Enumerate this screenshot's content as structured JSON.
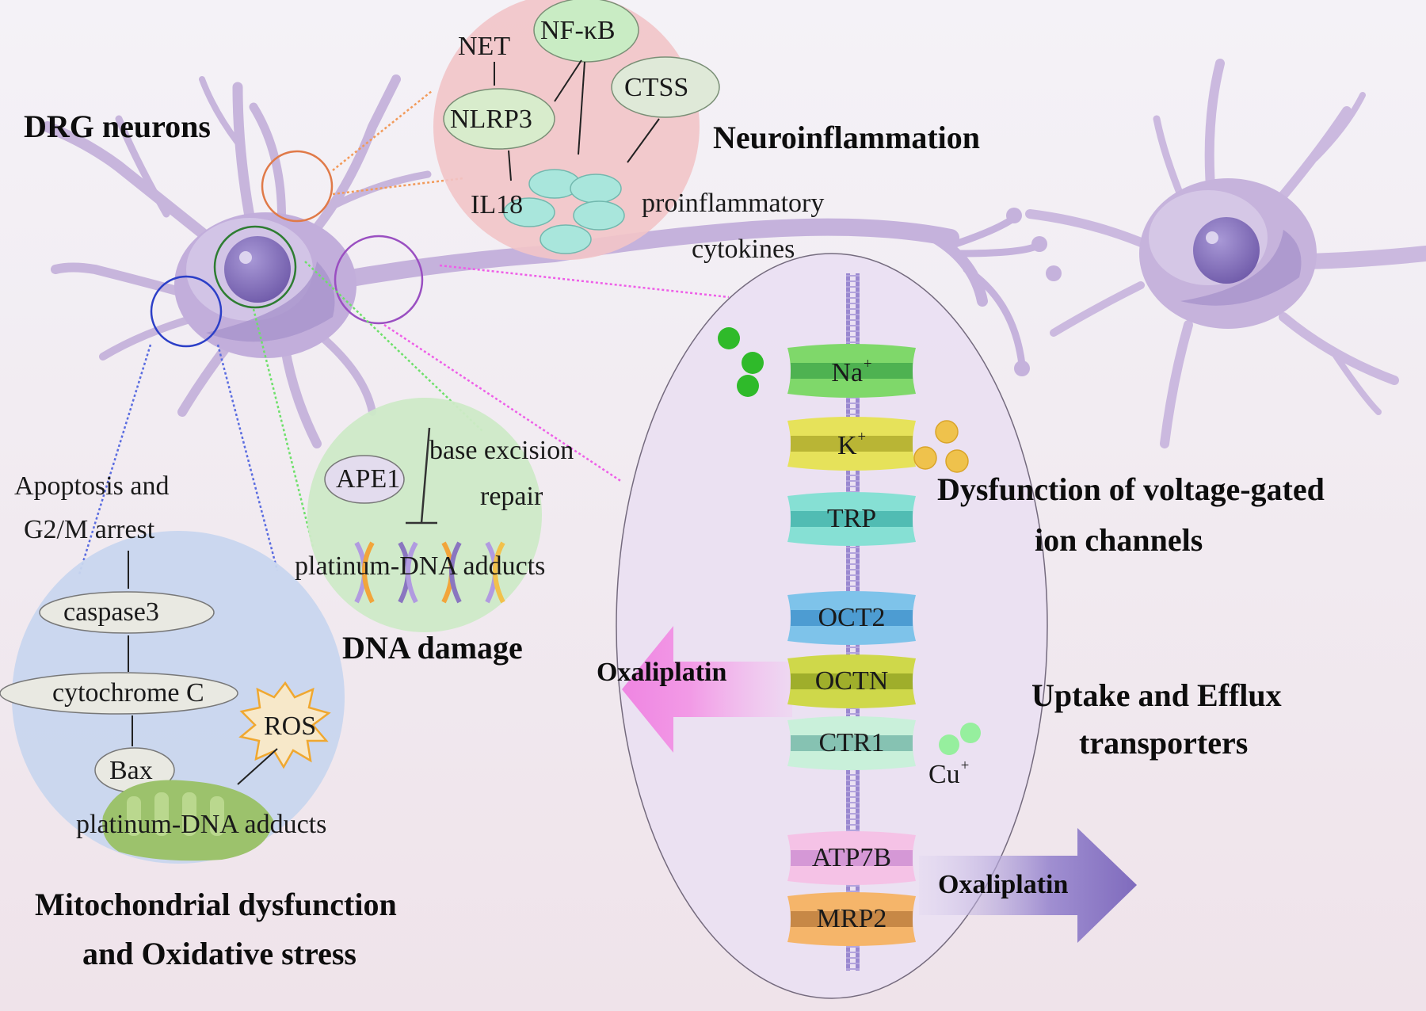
{
  "diagram": {
    "title": "DRG neurons",
    "sections": {
      "neuroinflammation": {
        "heading": "Neuroinflammation",
        "nodes": [
          "NF-κB",
          "NET",
          "NLRP3",
          "CTSS",
          "IL18"
        ],
        "nf_kb": "NF-κB",
        "net": "NET",
        "nlrp3": "NLRP3",
        "ctss": "CTSS",
        "il18": "IL18",
        "cytokines_line1": "proinflammatory",
        "cytokines_line2": "cytokines",
        "colors": {
          "circle": "#f2c4c8",
          "node_green": "#c9ecc4",
          "node_gray": "#dfe9d8",
          "cytokine": "#a9e6dc"
        }
      },
      "dna_damage": {
        "heading": "DNA damage",
        "ape1": "APE1",
        "ber_line1": "base excision",
        "ber_line2": "repair",
        "adducts": "platinum-DNA adducts",
        "colors": {
          "circle": "#cdeac7"
        }
      },
      "mitochondrial": {
        "heading_line1": "Mitochondrial dysfunction",
        "heading_line2": "and Oxidative stress",
        "outcome_line1": "Apoptosis and",
        "outcome_line2": "G2/M arrest",
        "caspase3": "caspase3",
        "cytochrome_c": "cytochrome C",
        "bax": "Bax",
        "ros": "ROS",
        "adducts": "platinum-DNA adducts",
        "colors": {
          "circle": "#c8d6ee",
          "mito": "#9cc26c",
          "ros": "#f7e8c9",
          "ros_stroke": "#f0a830"
        }
      },
      "ion_channels": {
        "heading_line1": "Dysfunction of voltage-gated",
        "heading_line2": "ion channels",
        "channels": [
          {
            "label": "Na",
            "charge": "+",
            "color": "#7fd86a",
            "dark": "#3ea649"
          },
          {
            "label": "K",
            "charge": "+",
            "color": "#e6e25a",
            "dark": "#a9a52a"
          },
          {
            "label": "TRP",
            "charge": "",
            "color": "#86e0d4",
            "dark": "#3fb0a8"
          }
        ]
      },
      "transporters": {
        "heading_line1": "Uptake and Efflux",
        "heading_line2": "transporters",
        "uptake": [
          {
            "label": "OCT2",
            "color": "#7ec3ea",
            "dark": "#3e8fc9"
          },
          {
            "label": "OCTN",
            "color": "#cfd84a",
            "dark": "#8fa022"
          },
          {
            "label": "CTR1",
            "color": "#c9f0da",
            "dark": "#6fb3a4"
          }
        ],
        "efflux": [
          {
            "label": "ATP7B",
            "color": "#f5c2e6",
            "dark": "#c98ad0"
          },
          {
            "label": "MRP2",
            "color": "#f5b56a",
            "dark": "#b77a3b"
          }
        ],
        "copper_ion": "Cu",
        "copper_charge": "+",
        "influx_drug": "Oxaliplatin",
        "efflux_drug": "Oxaliplatin",
        "colors": {
          "influx_arrow": "#f28de6",
          "efflux_arrow": "#8b78c2",
          "membrane": "#9a88d0"
        }
      }
    },
    "palette": {
      "neuron": "#c4b0db",
      "neuron_dark": "#a58ec9",
      "nucleus": "#8a76c0",
      "zoom_oval": "#ebe1f3",
      "ring_orange": "#e07a48",
      "ring_green": "#2e7d32",
      "ring_blue": "#2c3fc7",
      "ring_purple": "#9a4fc1"
    }
  }
}
